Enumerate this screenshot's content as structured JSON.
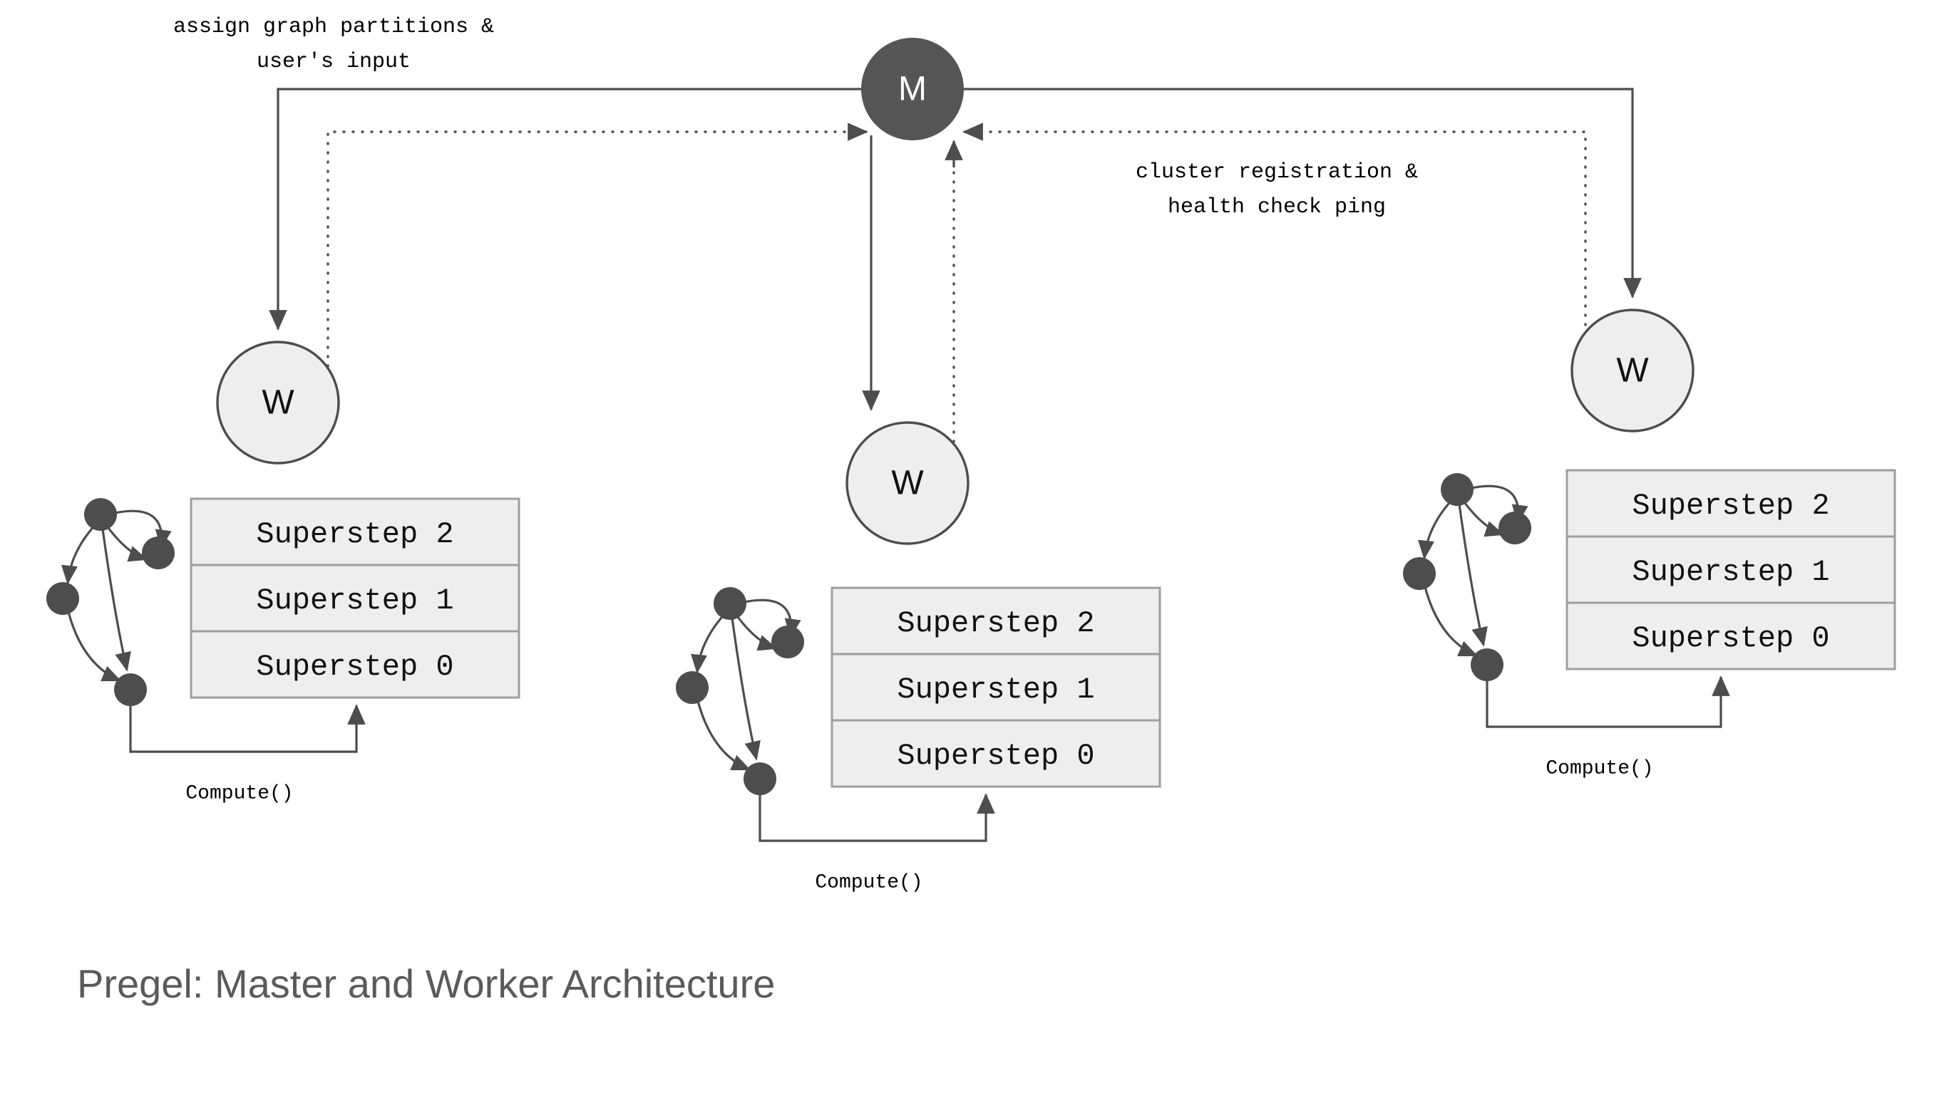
{
  "title": "Pregel: Master and Worker Architecture",
  "master": {
    "label": "M",
    "fill": "#555555"
  },
  "edge_labels": {
    "assign": {
      "line1": "assign graph partitions &",
      "line2": "user's input"
    },
    "register": {
      "line1": "cluster registration &",
      "line2": "health check ping"
    }
  },
  "colors": {
    "master_fill": "#555555",
    "worker_fill": "#eeeeee",
    "stroke": "#4d4d4d",
    "step_fill": "#eeeeee",
    "step_border": "#9e9e9e",
    "title": "#5a5a5a",
    "graph_node": "#4d4d4d"
  },
  "workers": [
    {
      "id": "worker-left",
      "label": "W",
      "compute_label": "Compute()",
      "supersteps": [
        "Superstep 2",
        "Superstep 1",
        "Superstep 0"
      ]
    },
    {
      "id": "worker-middle",
      "label": "W",
      "compute_label": "Compute()",
      "supersteps": [
        "Superstep 2",
        "Superstep 1",
        "Superstep 0"
      ]
    },
    {
      "id": "worker-right",
      "label": "W",
      "compute_label": "Compute()",
      "supersteps": [
        "Superstep 2",
        "Superstep 1",
        "Superstep 0"
      ]
    }
  ]
}
